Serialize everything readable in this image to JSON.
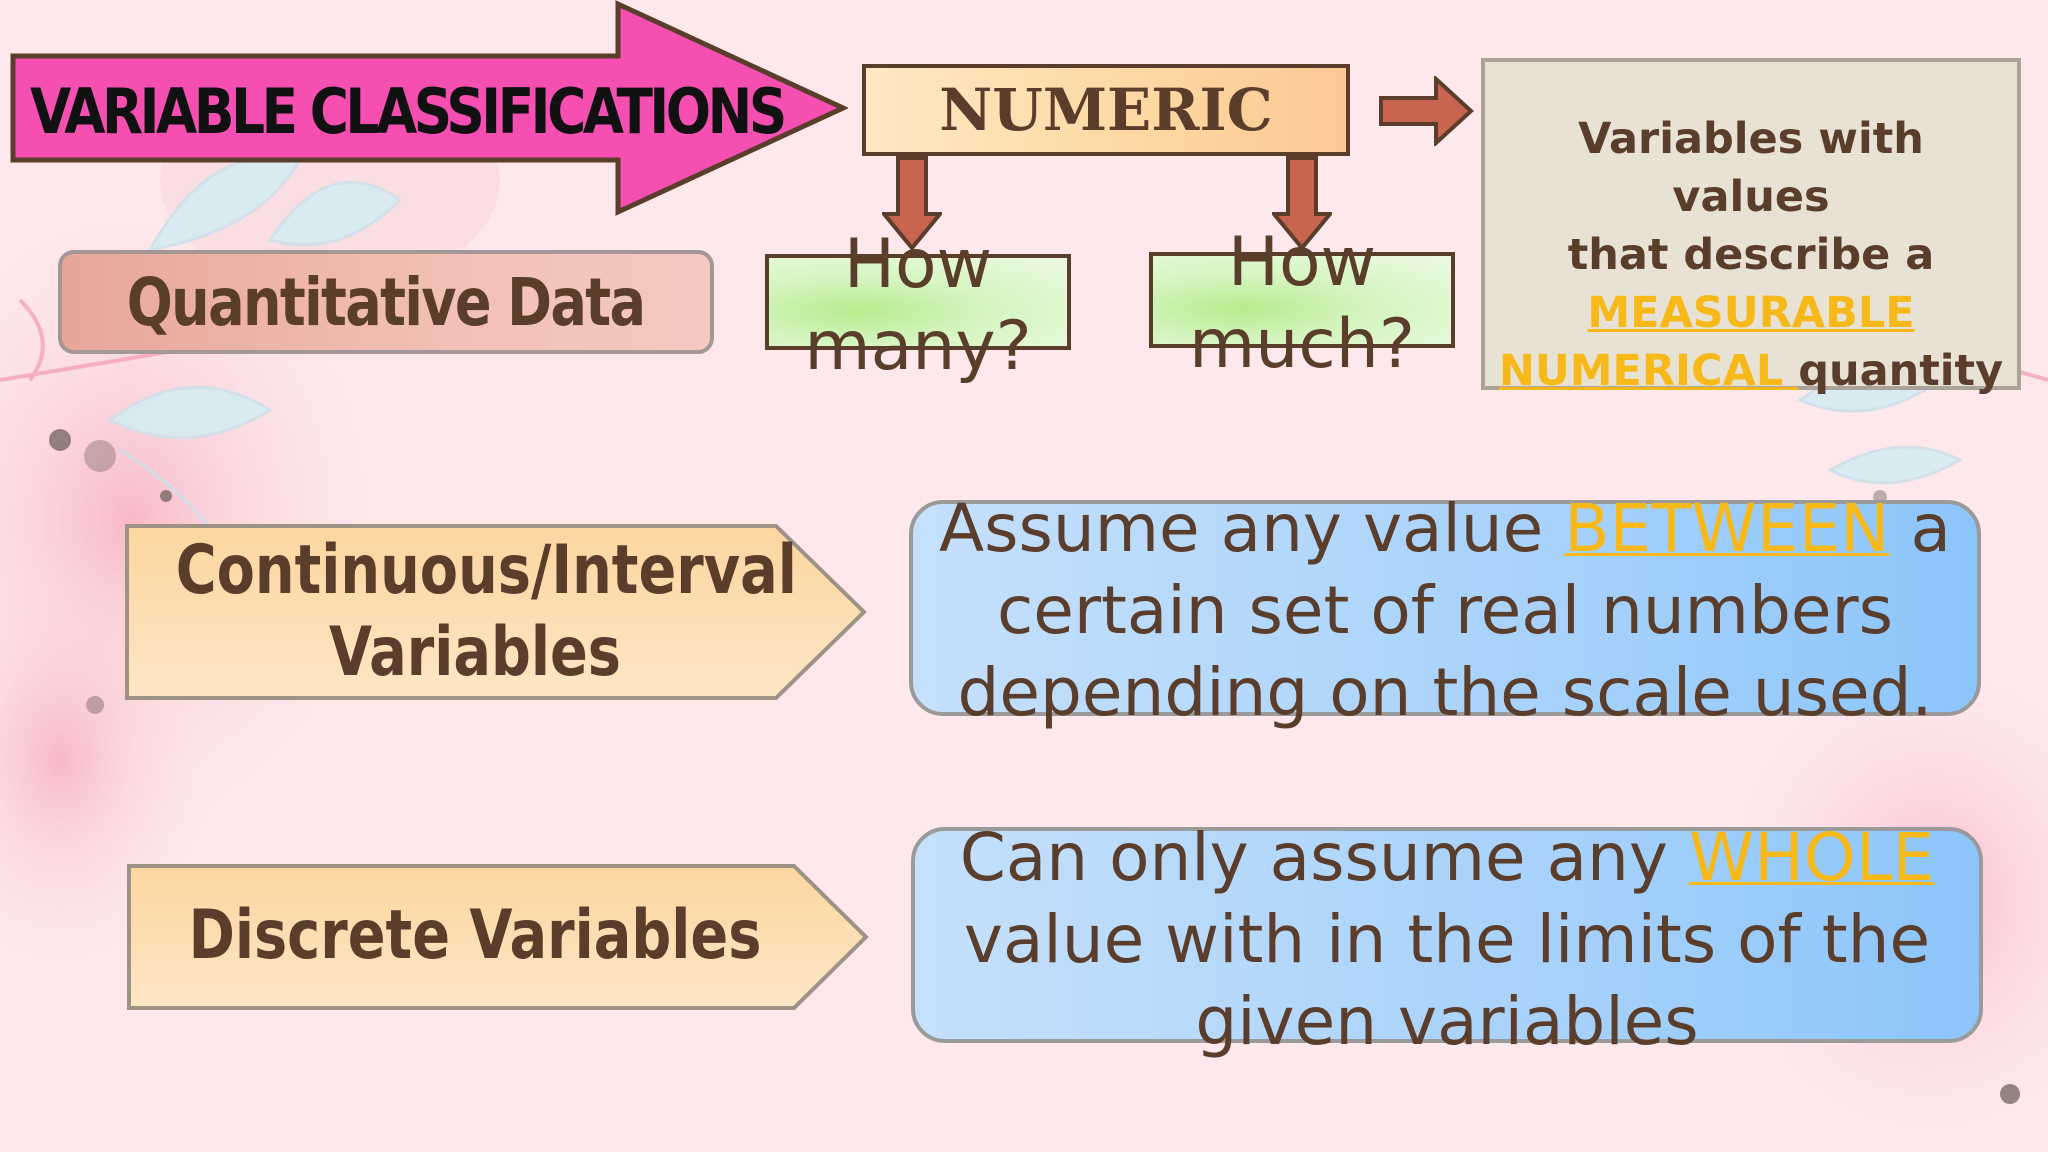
{
  "title": "VARIABLE CLASSIFICATIONS",
  "numeric_label": "NUMERIC",
  "quantitative_label": "Quantitative Data",
  "how_many": [
    "How",
    "many?"
  ],
  "how_much": [
    "How",
    "much?"
  ],
  "definition": {
    "line1": "Variables with values",
    "line2": "that describe a",
    "highlight1": "MEASURABLE",
    "highlight2": "NUMERICAL ",
    "tail": "quantity"
  },
  "continuous": {
    "label_line1": "Continuous/Interval",
    "label_line2": "Variables",
    "desc_pre": "Assume any value ",
    "desc_highlight": "BETWEEN",
    "desc_post": " a",
    "desc_line2": "certain set of real numbers",
    "desc_line3": "depending on the scale used."
  },
  "discrete": {
    "label": "Discrete Variables",
    "desc_pre": "Can only assume any ",
    "desc_highlight": "WHOLE",
    "desc_line2": "value with in the limits of the",
    "desc_line3": "given variables"
  },
  "colors": {
    "title_arrow": "#f54fb2",
    "outline_brown": "#5a3d2b",
    "down_arrow": "#c86450",
    "highlight": "#f7b91a",
    "background": "#fde8ec"
  }
}
